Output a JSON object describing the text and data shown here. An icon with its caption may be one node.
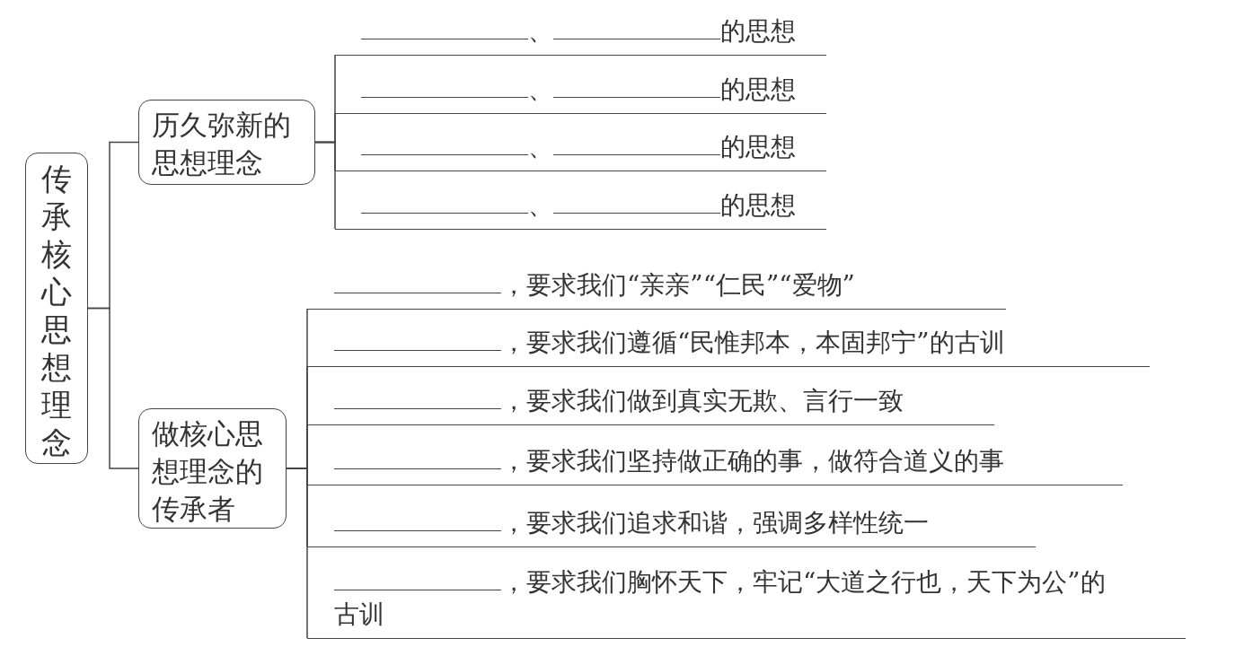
{
  "diagram": {
    "nodes": [
      {
        "text": [
          "传承核心思想理念"
        ]
      },
      {
        "text": [
          "历久弥新的思想理念"
        ]
      },
      {
        "text": [
          "做核心思想理念的传承者"
        ]
      },
      {
        "text": [
          "、",
          "的思想"
        ]
      },
      {
        "text": [
          "、",
          "的思想"
        ]
      },
      {
        "text": [
          "、",
          "的思想"
        ]
      },
      {
        "text": [
          "、",
          "的思想"
        ]
      },
      {
        "text": [
          "，要求我们“亲亲”“仁民”“爱物”"
        ]
      },
      {
        "text": [
          "，要求我们遵循“民惟邦本，本固邦宁”的古训"
        ]
      },
      {
        "text": [
          "，要求我们做到真实无欺、言行一致"
        ]
      },
      {
        "text": [
          "，要求我们坚持做正确的事，做符合道义的事"
        ]
      },
      {
        "text": [
          "，要求我们追求和谐，强调多样性统一"
        ]
      },
      {
        "text": [
          "，要求我们胸怀天下，牢记“大道之行也，天下为公”的古训"
        ]
      }
    ],
    "edges": [
      {
        "from": 0,
        "to": 1,
        "arrow": "none"
      },
      {
        "from": 0,
        "to": 2,
        "arrow": "none"
      },
      {
        "from": 1,
        "to": 3,
        "arrow": "none"
      },
      {
        "from": 1,
        "to": 4,
        "arrow": "none"
      },
      {
        "from": 1,
        "to": 5,
        "arrow": "none"
      },
      {
        "from": 1,
        "to": 6,
        "arrow": "none"
      },
      {
        "from": 2,
        "to": 7,
        "arrow": "none"
      },
      {
        "from": 2,
        "to": 8,
        "arrow": "none"
      },
      {
        "from": 2,
        "to": 9,
        "arrow": "none"
      },
      {
        "from": 2,
        "to": 10,
        "arrow": "none"
      },
      {
        "from": 2,
        "to": 11,
        "arrow": "none"
      },
      {
        "from": 2,
        "to": 12,
        "arrow": "none"
      }
    ]
  }
}
